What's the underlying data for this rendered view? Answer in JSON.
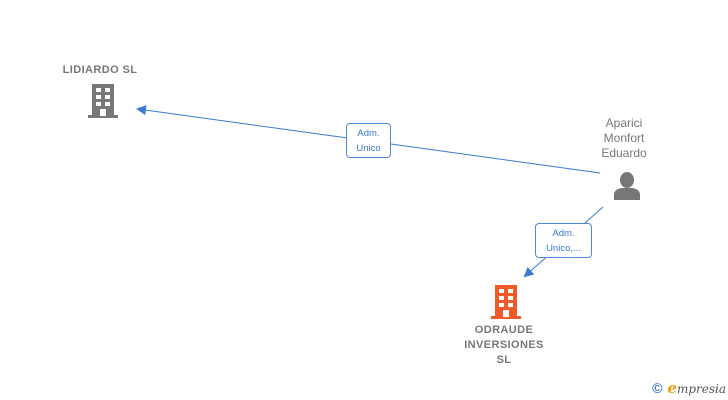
{
  "nodes": {
    "lidiardo": {
      "label": "LIDIARDO SL",
      "type": "company",
      "color": "#777777"
    },
    "person": {
      "label_lines": [
        "Aparici",
        "Monfort",
        "Eduardo"
      ],
      "type": "person",
      "color": "#777777"
    },
    "odraude": {
      "label_lines": [
        "ODRAUDE",
        "INVERSIONES",
        "SL"
      ],
      "type": "company",
      "color": "#f05a28",
      "highlighted": true
    }
  },
  "edges": [
    {
      "from": "person",
      "to": "lidiardo",
      "label_lines": [
        "Adm.",
        "Unico"
      ],
      "color": "#3a7bd5"
    },
    {
      "from": "person",
      "to": "odraude",
      "label_lines": [
        "Adm.",
        "Unico,..."
      ],
      "color": "#3a7bd5"
    }
  ],
  "footer": {
    "copyright_symbol": "©",
    "brand_initial": "e",
    "brand_rest": "mpresia"
  }
}
